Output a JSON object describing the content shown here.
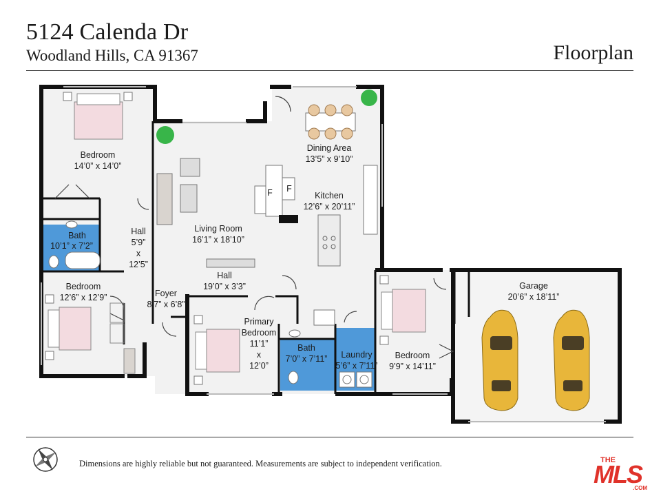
{
  "header": {
    "address": "5124 Calenda Dr",
    "city": "Woodland Hills, CA 91367",
    "label": "Floorplan"
  },
  "rooms": {
    "bedroom1": {
      "name": "Bedroom",
      "dims": "14’0” x 14’0”"
    },
    "bath1": {
      "name": "Bath",
      "dims": "10’1” x 7’2”"
    },
    "hall1": {
      "name": "Hall",
      "dims1": "5’9”",
      "dims2": "x",
      "dims3": "12’5”"
    },
    "living": {
      "name": "Living Room",
      "dims": "16’1” x 18’10”"
    },
    "dining": {
      "name": "Dining Area",
      "dims": "13’5” x 9’10”"
    },
    "kitchen": {
      "name": "Kitchen",
      "dims": "12’6” x 20’11”"
    },
    "bedroom2": {
      "name": "Bedroom",
      "dims": "12’6” x 12’9”"
    },
    "foyer": {
      "name": "Foyer",
      "dims": "8’7” x 6’8”"
    },
    "hall2": {
      "name": "Hall",
      "dims": "19’0” x 3’3”"
    },
    "primary": {
      "line1": "Primary",
      "line2": "Bedroom",
      "dims1": "11’1”",
      "dims2": "x",
      "dims3": "12’0”"
    },
    "bath2": {
      "name": "Bath",
      "dims": "7’0” x 7’11”"
    },
    "laundry": {
      "name": "Laundry",
      "dims": "5’6” x 7’11”"
    },
    "bedroom3": {
      "name": "Bedroom",
      "dims": "9’9” x 14’11”"
    },
    "garage": {
      "name": "Garage",
      "dims": "20’6” x 18’11”"
    },
    "fridge_a": "F",
    "fridge_b": "F"
  },
  "footer": {
    "disclaimer": "Dimensions are highly reliable but not guaranteed. Measurements are subject to independent verification.",
    "logo_the": "THE",
    "logo_mls": "MLS",
    "logo_com": ".COM"
  },
  "colors": {
    "wall": "#111111",
    "floor": "#f2f2f2",
    "bath_tile": "#3d8fd6",
    "plant": "#38b549",
    "bed": "#f3dbe0",
    "car": "#e8b63a",
    "logo": "#e0322a"
  }
}
